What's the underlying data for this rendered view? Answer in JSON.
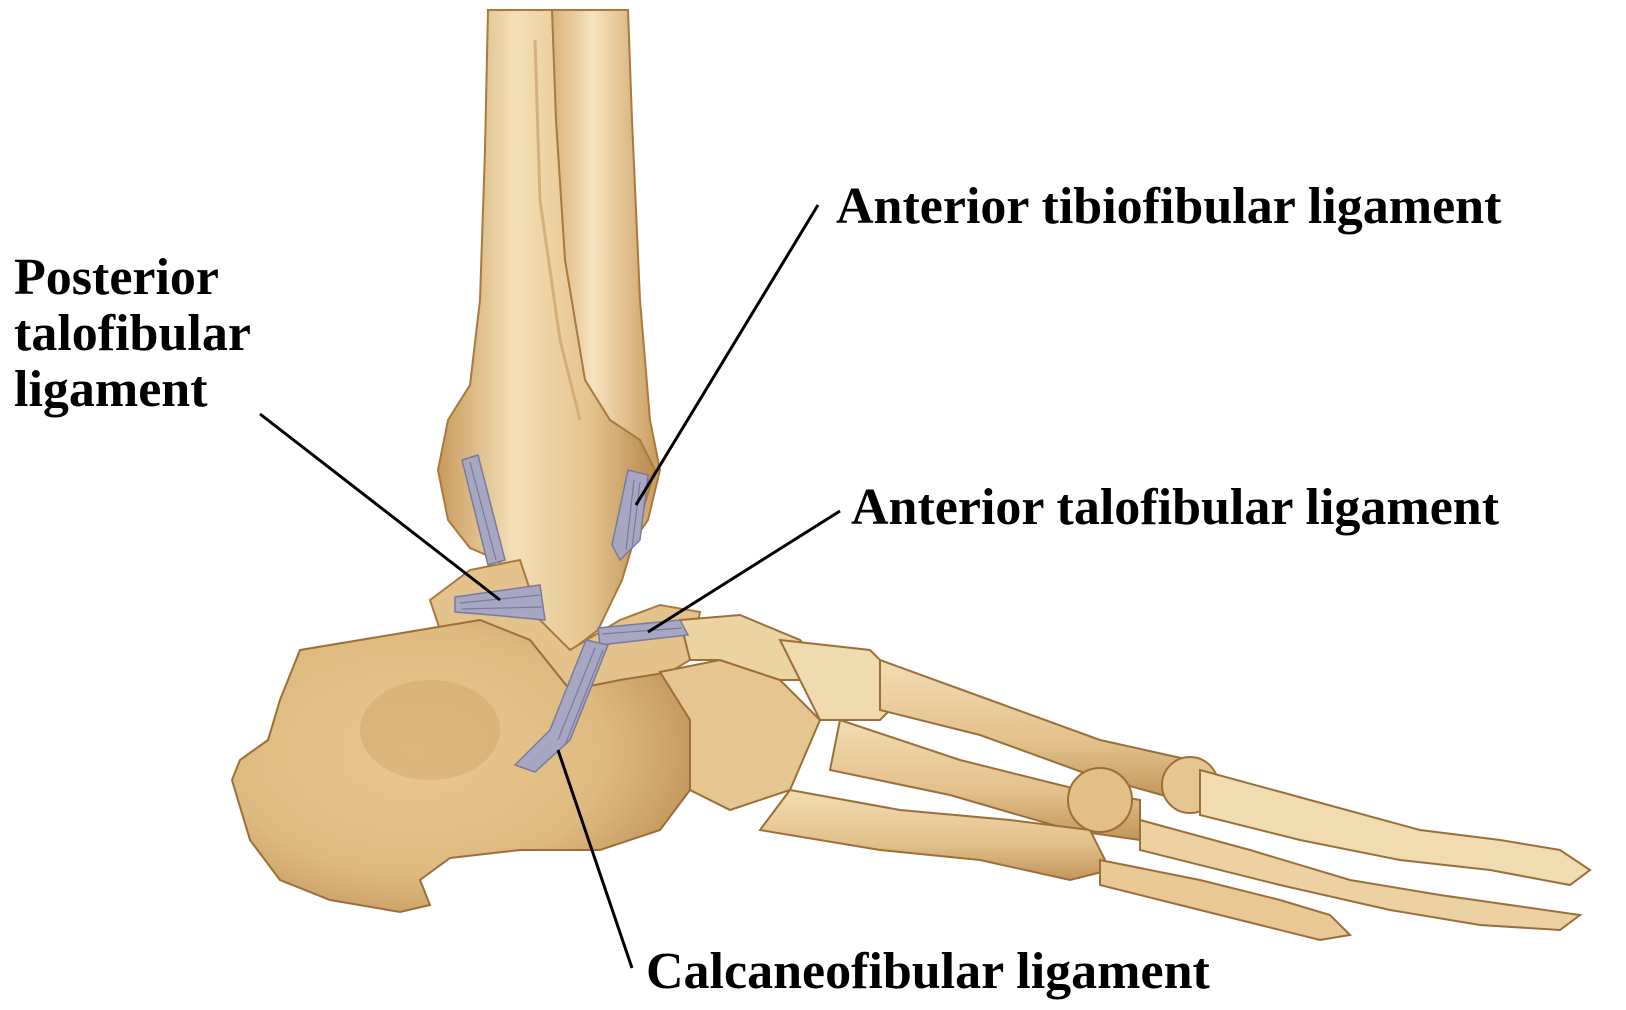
{
  "colors": {
    "background": "#ffffff",
    "bone_light": "#f0d9ad",
    "bone_mid": "#dcb77c",
    "bone_dark": "#b88a4f",
    "bone_shadow": "#8e6435",
    "ligament": "#a7a7c4",
    "ligament_dark": "#7a7a9c",
    "leader_line": "#000000"
  },
  "labels": {
    "anterior_tibiofibular": "Anterior tibiofibular ligament",
    "anterior_talofibular": "Anterior talofibular ligament",
    "calcaneofibular": "Calcaneofibular ligament",
    "posterior_talofibular": [
      "Posterior",
      "talofibular",
      "ligament"
    ]
  }
}
